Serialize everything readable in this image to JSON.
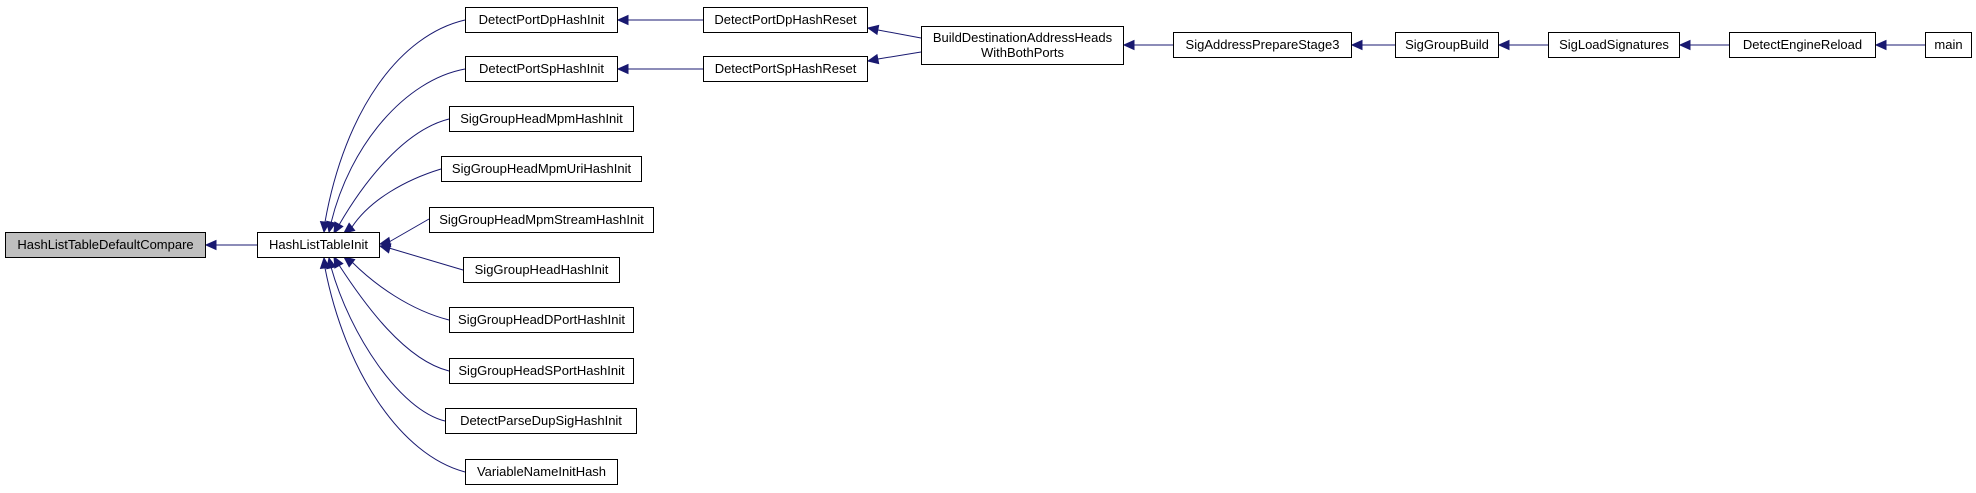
{
  "colors": {
    "node_fill": "#ffffff",
    "highlight_fill": "#bfbfbf",
    "node_border": "#000000",
    "edge": "#191970",
    "background": "#ffffff"
  },
  "nodes": {
    "n_root": {
      "lines": [
        "HashListTableDefaultCompare"
      ],
      "highlight": true
    },
    "n_hlti": {
      "lines": [
        "HashListTableInit"
      ]
    },
    "n_dpdhi": {
      "lines": [
        "DetectPortDpHashInit"
      ]
    },
    "n_dpshi": {
      "lines": [
        "DetectPortSpHashInit"
      ]
    },
    "n_sghmhi": {
      "lines": [
        "SigGroupHeadMpmHashInit"
      ]
    },
    "n_sghmuhi": {
      "lines": [
        "SigGroupHeadMpmUriHashInit"
      ]
    },
    "n_sghmshi": {
      "lines": [
        "SigGroupHeadMpmStreamHashInit"
      ]
    },
    "n_sghhi": {
      "lines": [
        "SigGroupHeadHashInit"
      ]
    },
    "n_sghdphi": {
      "lines": [
        "SigGroupHeadDPortHashInit"
      ]
    },
    "n_sghsphi": {
      "lines": [
        "SigGroupHeadSPortHashInit"
      ]
    },
    "n_dpdshi": {
      "lines": [
        "DetectParseDupSigHashInit"
      ]
    },
    "n_vnih": {
      "lines": [
        "VariableNameInitHash"
      ]
    },
    "n_dpdhr": {
      "lines": [
        "DetectPortDpHashReset"
      ]
    },
    "n_dpshr": {
      "lines": [
        "DetectPortSpHashReset"
      ]
    },
    "n_bdah": {
      "lines": [
        "BuildDestinationAddressHeads",
        "WithBothPorts"
      ]
    },
    "n_saps3": {
      "lines": [
        "SigAddressPrepareStage3"
      ]
    },
    "n_sgb": {
      "lines": [
        "SigGroupBuild"
      ]
    },
    "n_sls": {
      "lines": [
        "SigLoadSignatures"
      ]
    },
    "n_der": {
      "lines": [
        "DetectEngineReload"
      ]
    },
    "n_main": {
      "lines": [
        "main"
      ]
    }
  }
}
